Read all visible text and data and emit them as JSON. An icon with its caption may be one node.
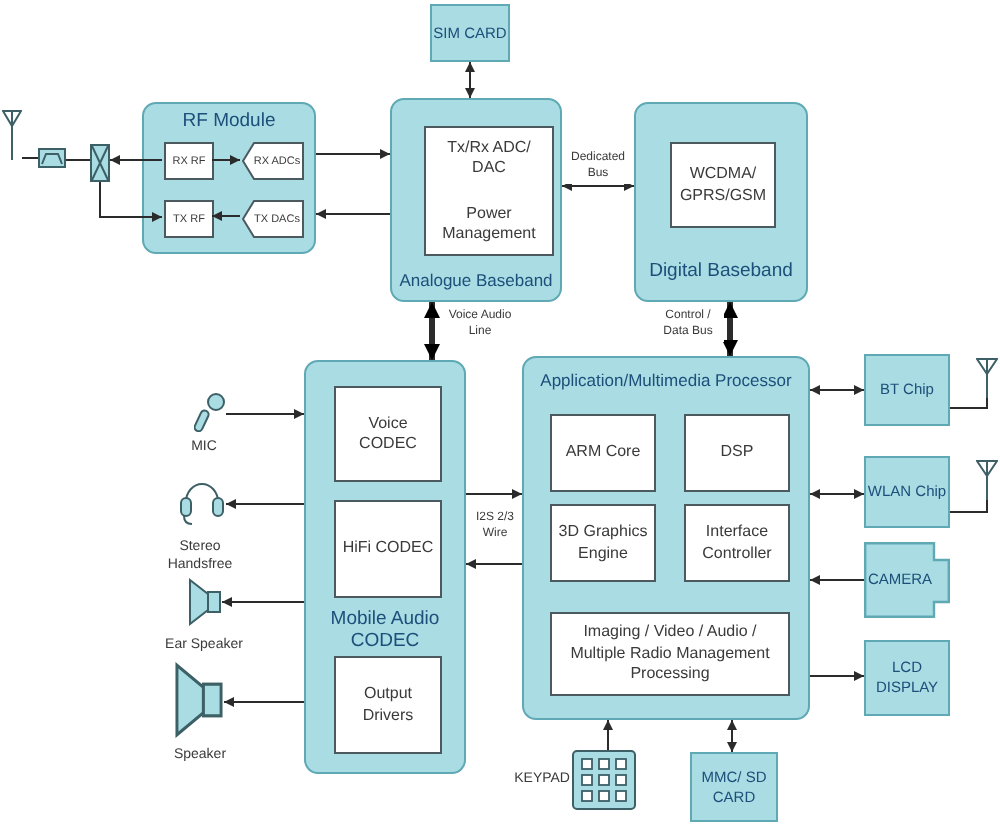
{
  "diagram": {
    "nodes": [
      {
        "text": [
          "SIM CARD"
        ]
      },
      {
        "text": [
          "RF Module"
        ]
      },
      {
        "text": [
          "RX RF"
        ],
        "in": 1
      },
      {
        "text": [
          "RX ADCs"
        ],
        "in": 1
      },
      {
        "text": [
          "TX RF"
        ],
        "in": 1
      },
      {
        "text": [
          "TX DACs"
        ],
        "in": 1
      },
      {
        "text": [
          "Analogue Baseband"
        ]
      },
      {
        "text": [
          "Tx/Rx ADC/ DAC",
          "Power Management"
        ],
        "in": 6
      },
      {
        "text": [
          "Digital Baseband"
        ]
      },
      {
        "text": [
          "WCDMA/ GPRS/GSM"
        ],
        "in": 8
      },
      {
        "text": [
          "Mobile Audio CODEC"
        ]
      },
      {
        "text": [
          "Voice CODEC"
        ],
        "in": 10
      },
      {
        "text": [
          "HiFi CODEC"
        ],
        "in": 10
      },
      {
        "text": [
          "Output Drivers"
        ],
        "in": 10
      },
      {
        "text": [
          "Application/Multimedia Processor"
        ]
      },
      {
        "text": [
          "ARM Core"
        ],
        "in": 14
      },
      {
        "text": [
          "DSP"
        ],
        "in": 14
      },
      {
        "text": [
          "3D Graphics Engine"
        ],
        "in": 14
      },
      {
        "text": [
          "Interface Controller"
        ],
        "in": 14
      },
      {
        "text": [
          "Imaging / Video / Audio / Multiple Radio Management Processing"
        ],
        "in": 14
      },
      {
        "text": [
          "BT Chip"
        ]
      },
      {
        "text": [
          "WLAN Chip"
        ]
      },
      {
        "text": [
          "CAMERA"
        ]
      },
      {
        "text": [
          "LCD DISPLAY"
        ]
      },
      {
        "text": [
          "MMC/ SD CARD"
        ]
      },
      {
        "text": [],
        "shape": "picture",
        "beside": [
          "KEYPAD"
        ]
      },
      {
        "text": [],
        "shape": "picture",
        "beside": [
          "MIC"
        ]
      },
      {
        "text": [],
        "shape": "picture",
        "beside": [
          "Stereo Handsfree"
        ]
      },
      {
        "text": [],
        "shape": "speaker",
        "beside": [
          "Ear Speaker"
        ]
      },
      {
        "text": [],
        "shape": "speaker",
        "beside": [
          "Speaker"
        ]
      },
      {
        "text": [],
        "shape": "antenna"
      },
      {
        "text": [],
        "shape": "box"
      },
      {
        "text": [],
        "shape": "box"
      },
      {
        "text": [],
        "shape": "antenna"
      },
      {
        "text": [],
        "shape": "antenna"
      }
    ],
    "edges": [
      {
        "from": 0,
        "to": 6,
        "arrow": "both"
      },
      {
        "from": 1,
        "to": 6,
        "arrow": "to"
      },
      {
        "from": 6,
        "to": 1,
        "arrow": "to"
      },
      {
        "from": 2,
        "to": 32,
        "arrow": "to"
      },
      {
        "from": 2,
        "to": 3,
        "arrow": "to"
      },
      {
        "from": 5,
        "to": 4,
        "arrow": "to"
      },
      {
        "from": 32,
        "to": 4,
        "arrow": "to"
      },
      {
        "from": 30,
        "to": 31,
        "arrow": "none"
      },
      {
        "from": 31,
        "to": 32,
        "arrow": "none"
      },
      {
        "from": 6,
        "to": 8,
        "arrow": "both",
        "label": "Dedicated Bus"
      },
      {
        "from": 6,
        "to": 10,
        "arrow": "both",
        "label": "Voice Audio Line",
        "style": "thick"
      },
      {
        "from": 8,
        "to": 14,
        "arrow": "both",
        "label": "Control / Data Bus",
        "style": "thick"
      },
      {
        "from": 26,
        "to": 10,
        "arrow": "to"
      },
      {
        "from": 10,
        "to": 27,
        "arrow": "to"
      },
      {
        "from": 10,
        "to": 28,
        "arrow": "to"
      },
      {
        "from": 10,
        "to": 29,
        "arrow": "to"
      },
      {
        "from": 10,
        "to": 14,
        "arrow": "to",
        "label": "I2S 2/3 Wire"
      },
      {
        "from": 14,
        "to": 10,
        "arrow": "to"
      },
      {
        "from": 14,
        "to": 20,
        "arrow": "both"
      },
      {
        "from": 14,
        "to": 21,
        "arrow": "both"
      },
      {
        "from": 22,
        "to": 14,
        "arrow": "to"
      },
      {
        "from": 14,
        "to": 23,
        "arrow": "to"
      },
      {
        "from": 25,
        "to": 14,
        "arrow": "to"
      },
      {
        "from": 14,
        "to": 24,
        "arrow": "both"
      },
      {
        "from": 20,
        "to": 33,
        "arrow": "none"
      },
      {
        "from": 21,
        "to": 34,
        "arrow": "none"
      }
    ]
  }
}
